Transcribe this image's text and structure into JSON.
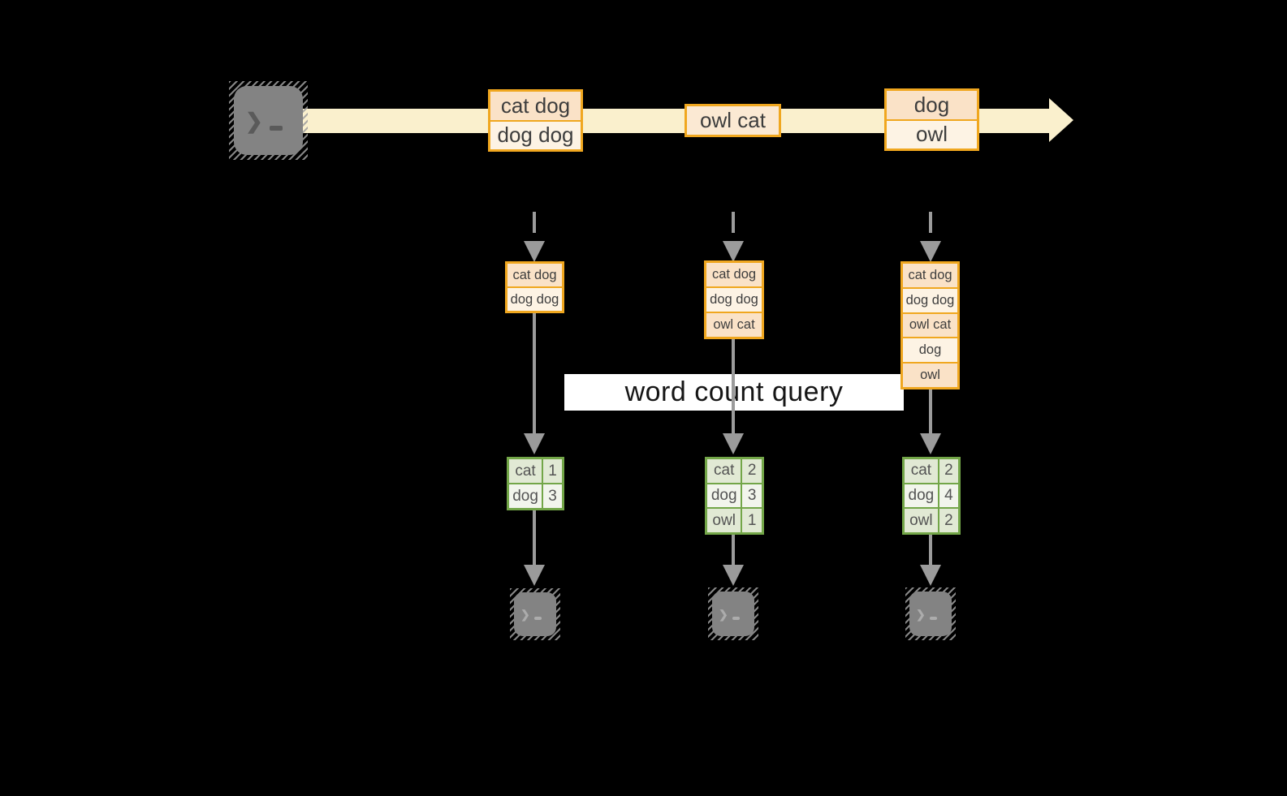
{
  "query_label": "word count query",
  "stream": {
    "records": [
      {
        "rows": [
          "cat dog",
          "dog dog"
        ]
      },
      {
        "rows": [
          "owl cat"
        ]
      },
      {
        "rows": [
          "dog",
          "owl"
        ]
      }
    ]
  },
  "columns": [
    {
      "state_rows": [
        "cat dog",
        "dog dog"
      ],
      "result": [
        [
          "cat",
          "1"
        ],
        [
          "dog",
          "3"
        ]
      ]
    },
    {
      "state_rows": [
        "cat dog",
        "dog dog",
        "owl cat"
      ],
      "result": [
        [
          "cat",
          "2"
        ],
        [
          "dog",
          "3"
        ],
        [
          "owl",
          "1"
        ]
      ]
    },
    {
      "state_rows": [
        "cat dog",
        "dog dog",
        "owl cat",
        "dog",
        "owl"
      ],
      "result": [
        [
          "cat",
          "2"
        ],
        [
          "dog",
          "4"
        ],
        [
          "owl",
          "2"
        ]
      ]
    }
  ],
  "icons": {
    "source": "terminal-icon",
    "sinks": [
      "terminal-icon",
      "terminal-icon",
      "terminal-icon"
    ]
  },
  "colors": {
    "gold": "#F0A71F",
    "peach": "#FAE2C7",
    "peach_mid": "#FBE9D3",
    "cream": "#FDF3E4",
    "band": "#FAF0CD",
    "green": "#73A648",
    "sage": "#E1E9D4",
    "sage_light": "#F2F5EC",
    "arrow": "#9B9B9B",
    "terminal": "#838383",
    "glyph_dark": "#5A5A5A",
    "glyph_light": "#ACACAC"
  }
}
